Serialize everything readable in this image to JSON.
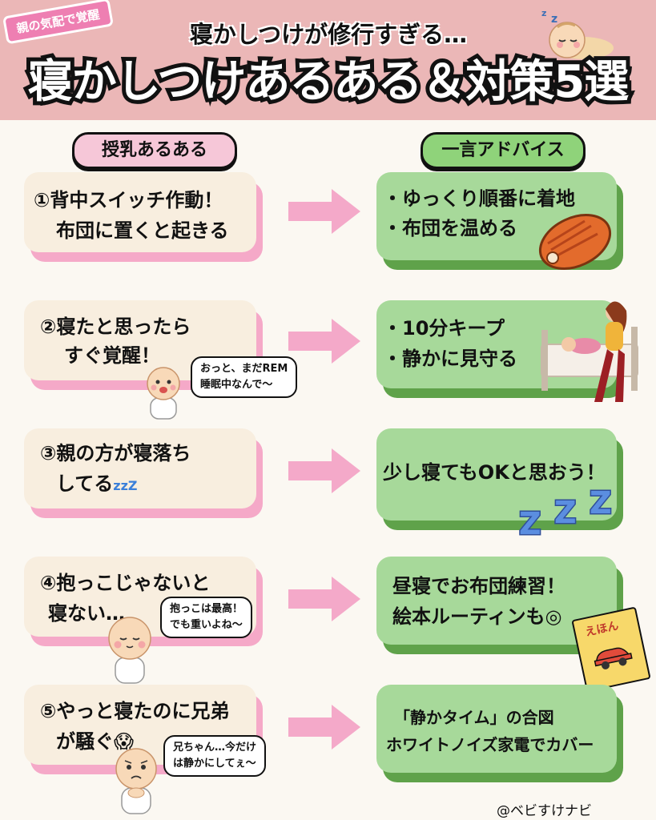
{
  "header": {
    "tag": "親の気配で覚醒",
    "subtitle": "寝かしつけが修行すぎる…",
    "title": "寝かしつけあるある＆対策5選"
  },
  "columns": {
    "left": "授乳あるある",
    "right": "一言アドバイス"
  },
  "items": [
    {
      "problem_lines": [
        "①背中スイッチ作動！",
        "布団に置くと起きる"
      ],
      "advice_lines": [
        "・ゆっくり順番に着地",
        "・布団を温める"
      ]
    },
    {
      "problem_lines": [
        "②寝たと思ったら",
        "すぐ覚醒！"
      ],
      "bubble_lines": [
        "おっと、まだREM",
        "睡眠中なんで〜"
      ],
      "advice_lines": [
        "・10分キープ",
        "・静かに見守る"
      ]
    },
    {
      "problem_lines": [
        "③親の方が寝落ち",
        "してる"
      ],
      "zzz": "zzZ",
      "advice_lines": [
        "少し寝てもOKと思おう！"
      ],
      "zzz_big": [
        "Z",
        "Z",
        "Z"
      ]
    },
    {
      "problem_lines": [
        "④抱っこじゃないと",
        "寝ない…"
      ],
      "bubble_lines": [
        "抱っこは最高！",
        "でも重いよね〜"
      ],
      "advice_lines": [
        "昼寝でお布団練習！",
        "絵本ルーティンも◎"
      ],
      "book_label": "えほん"
    },
    {
      "problem_lines": [
        "⑤やっと寝たのに兄弟",
        "が騒ぐ😱"
      ],
      "bubble_lines": [
        "兄ちゃん…今だけ",
        "は静かにしてぇ〜"
      ],
      "advice_lines": [
        "「静かタイム」の合図",
        "ホワイトノイズ家電でカバー"
      ]
    }
  ],
  "credit": "@ベビすけナビ"
}
